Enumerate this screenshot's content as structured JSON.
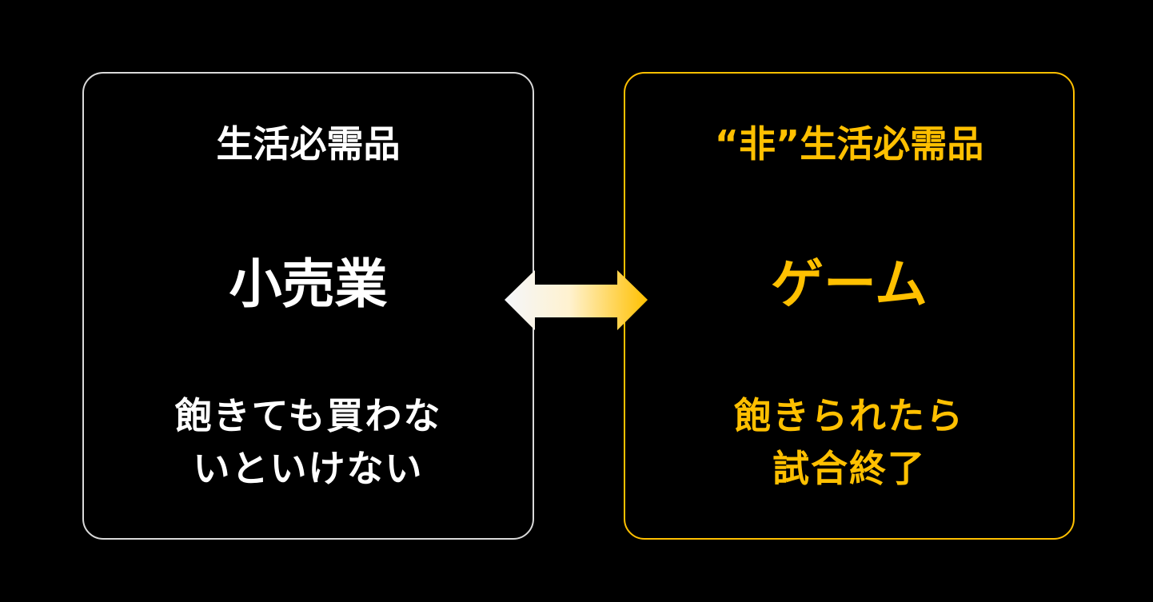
{
  "left": {
    "heading": "生活必需品",
    "main": "小売業",
    "line1": "飽きても買わな",
    "line2": "いといけない"
  },
  "right": {
    "heading": "“非”生活必需品",
    "main": "ゲーム",
    "line1": "飽きられたら",
    "line2": "試合終了"
  },
  "colors": {
    "left": "#ffffff",
    "right": "#ffc000"
  }
}
